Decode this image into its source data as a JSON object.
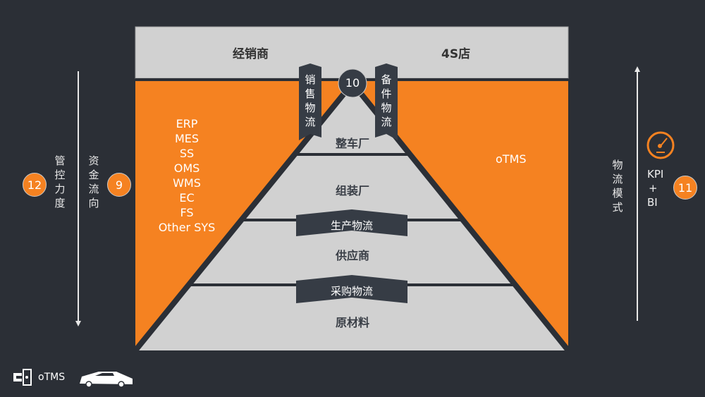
{
  "colors": {
    "background": "#2b2f36",
    "orange": "#f58221",
    "gray": "#d1d1d1",
    "dark": "#363c45",
    "light_text": "#ffffff"
  },
  "header": {
    "left_label": "经销商",
    "right_label": "4S店"
  },
  "top_ribbons": {
    "left": "销售物流",
    "right": "备件物流",
    "badge": "10"
  },
  "pyramid": {
    "levels": [
      {
        "label": "整车厂"
      },
      {
        "label": "组装厂"
      },
      {
        "label": "供应商"
      },
      {
        "label": "原材料"
      }
    ],
    "flows": [
      {
        "label": "生产物流"
      },
      {
        "label": "采购物流"
      }
    ]
  },
  "left_panel": {
    "systems": [
      "ERP",
      "MES",
      "SS",
      "OMS",
      "WMS",
      "EC",
      "FS",
      "Other SYS"
    ]
  },
  "right_panel": {
    "system": "oTMS"
  },
  "left_axis": {
    "control_label": "管控力度",
    "control_badge": "12",
    "money_label": "资金流向",
    "money_badge": "9",
    "direction": "down"
  },
  "right_axis": {
    "logistics_label": "物流模式",
    "direction": "up",
    "kpi_lines": [
      "KPI",
      "+",
      "BI"
    ],
    "kpi_badge": "11",
    "kpi_icon": "speedometer-icon"
  },
  "footer": {
    "logo_text": "oTMS",
    "logo_icon": "otms-logo-icon",
    "car_icon": "car-icon"
  }
}
